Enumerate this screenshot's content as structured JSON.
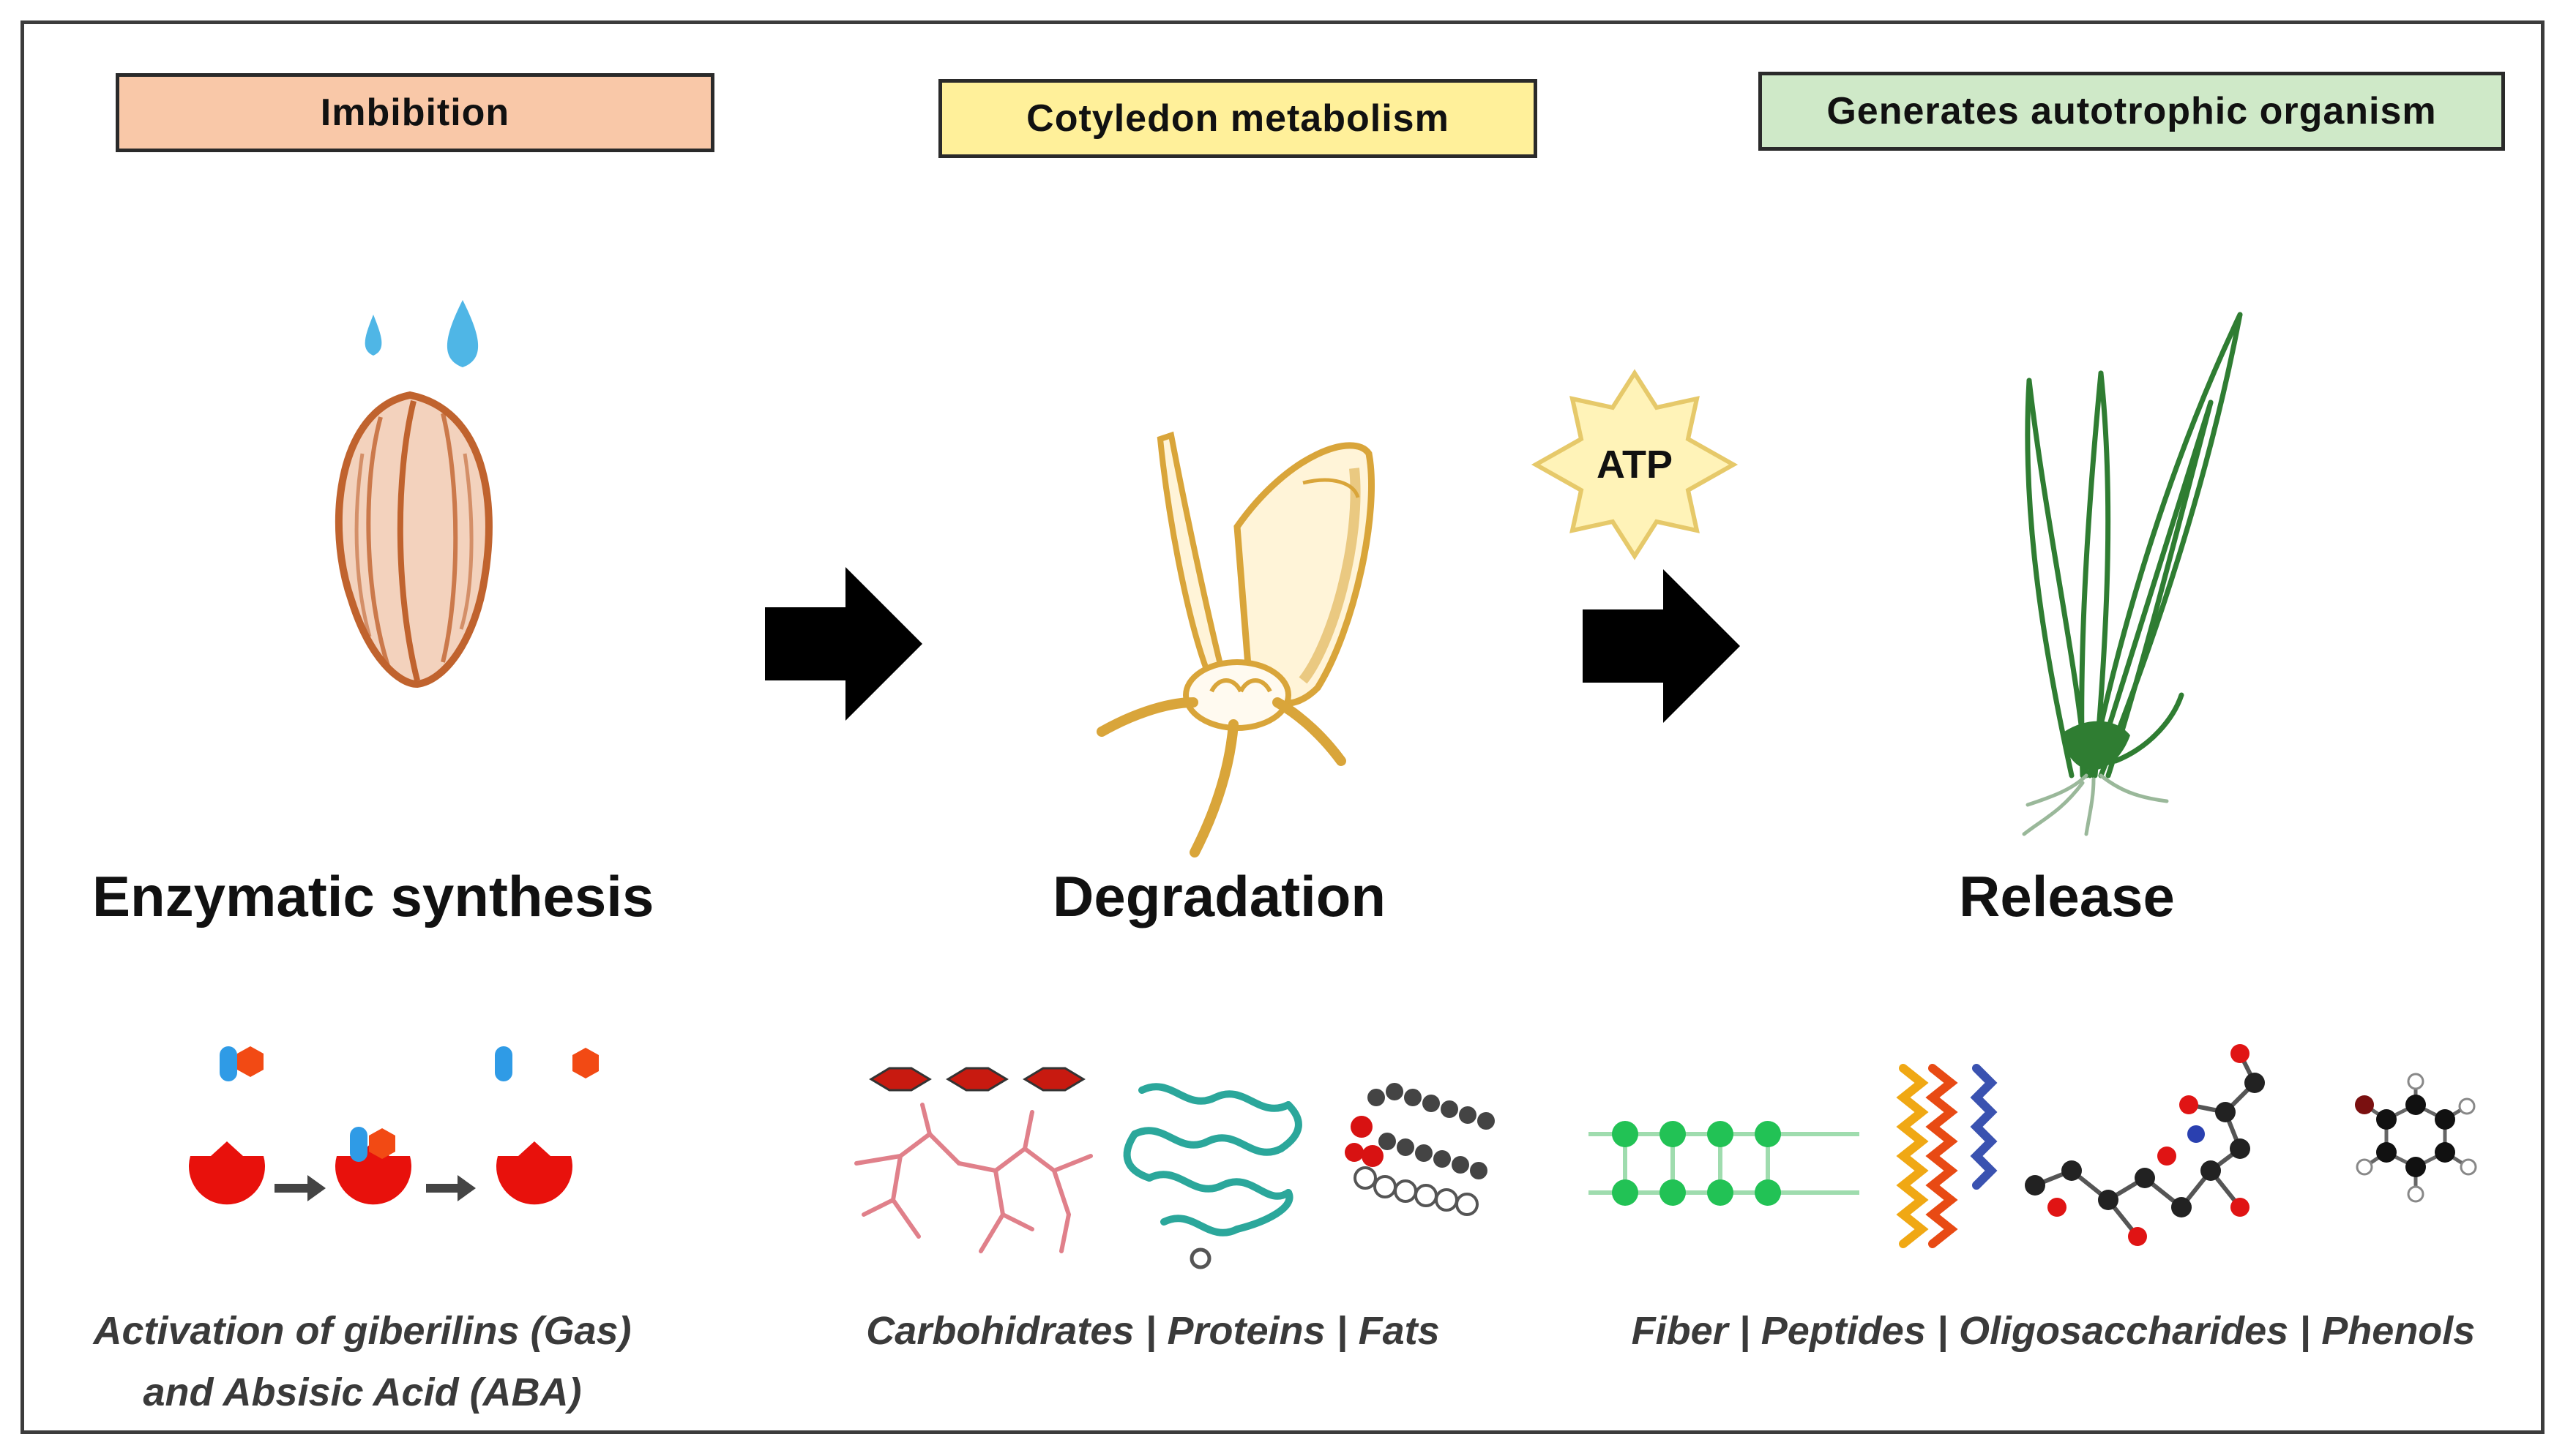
{
  "colors": {
    "stage1_fill": "#f9c8a8",
    "stage2_fill": "#fff09a",
    "stage3_fill": "#cfe9c8",
    "seed": "#c0632e",
    "water": "#4fb6e6",
    "sprout": "#d9b052",
    "atp": "#fff3b8",
    "grass": "#2f7d32",
    "arrow": "#000000",
    "enzyme": "#e8110c",
    "gibberellin": "#2f9be6",
    "aba": "#f24a14"
  },
  "stages": [
    {
      "label": "Imbibition",
      "title": "Enzymatic synthesis",
      "icon": "seed-icon",
      "caption": [
        "Activation of giberilins (Gas)",
        "and Absisic Acid (ABA)"
      ]
    },
    {
      "label": "Cotyledon metabolism",
      "title": "Degradation",
      "icon": "germinating-seed-icon",
      "caption": [
        "Carbohidrates | Proteins |  Fats"
      ]
    },
    {
      "label": "Generates autotrophic organism",
      "title": "Release",
      "icon": "seedling-icon",
      "caption": [
        "Fiber | Peptides | Oligosaccharides | Phenols"
      ]
    }
  ],
  "atp_label": "ATP"
}
